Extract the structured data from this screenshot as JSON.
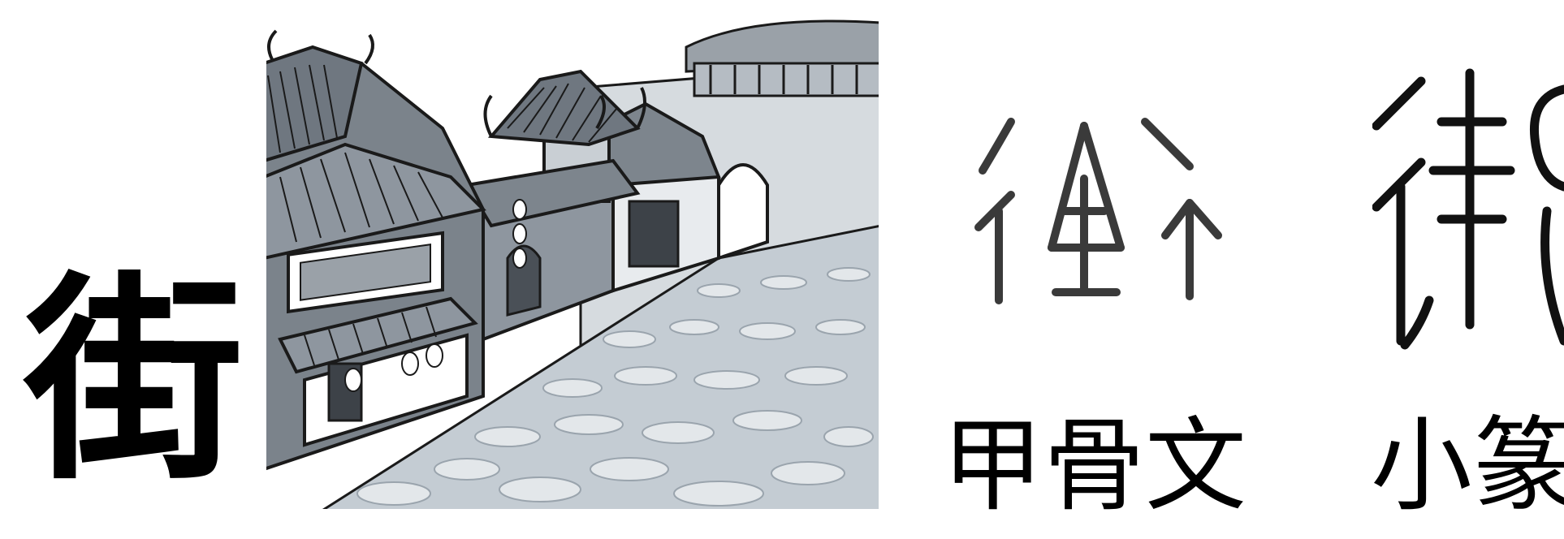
{
  "main_character": "街",
  "illustration": {
    "icon": "ancient-street-illustration",
    "colors": {
      "line": "#1a1a1a",
      "roof_dark": "#6f7780",
      "roof_mid": "#8e969f",
      "wall_light": "#c9cfd4",
      "sky": "#f4f6f7",
      "stone": "#b7c0c8"
    }
  },
  "scripts": {
    "oracle_label": "甲骨文",
    "seal_label": "小篆"
  }
}
